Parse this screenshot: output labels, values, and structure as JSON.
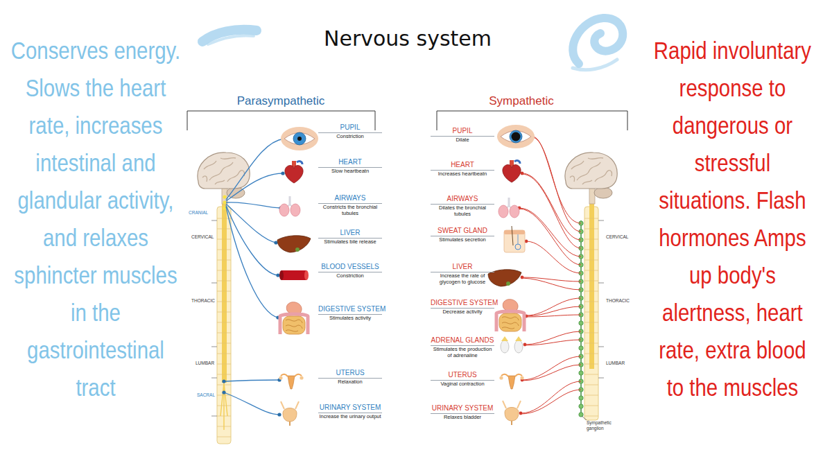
{
  "diagram": {
    "title": "Nervous system",
    "labels": [
      "Conserves energy. Slows the heart rate, increases intestinal and glandular activity, and relaxes sphincter muscles in the gastrointestinal tract",
      "Parasympathetic",
      "CRANIAL",
      "CERVICAL",
      "THORACIC",
      "LUMBAR",
      "SACRAL",
      "PUPIL",
      "Constriction",
      "HEART",
      "Slow heartbeatn",
      "AIRWAYS",
      "Constricts the bronchial tubules",
      "LIVER",
      "Stimulates bile release",
      "BLOOD VESSELS",
      "Constriction",
      "DIGESTIVE SYSTEM",
      "Stimulates activity",
      "UTERUS",
      "Relaxation",
      "URINARY SYSTEM",
      "Increase the urinary output",
      "Sympathetic",
      "PUPIL",
      "Dilate",
      "HEART",
      "Increases heartbeatn",
      "AIRWAYS",
      "Dilates the bronchial tubules",
      "SWEAT GLAND",
      "Stimulates secretion",
      "LIVER",
      "Increase the rate of glycogen to glucose",
      "DIGESTIVE SYSTEM",
      "Decrease activity",
      "ADRENAL GLANDS",
      "Stimulates the production of adrenaline",
      "UTERUS",
      "Vaginal contraction",
      "URINARY SYSTEM",
      "Relaxes bladder",
      "CERVICAL",
      "THORACIC",
      "LUMBAR",
      "Sympathetic ganglion",
      "Rapid involuntary response to dangerous or stressful situations. Flash hormones Amps up body's alertness, heart rate, extra blood to the muscles"
    ]
  }
}
